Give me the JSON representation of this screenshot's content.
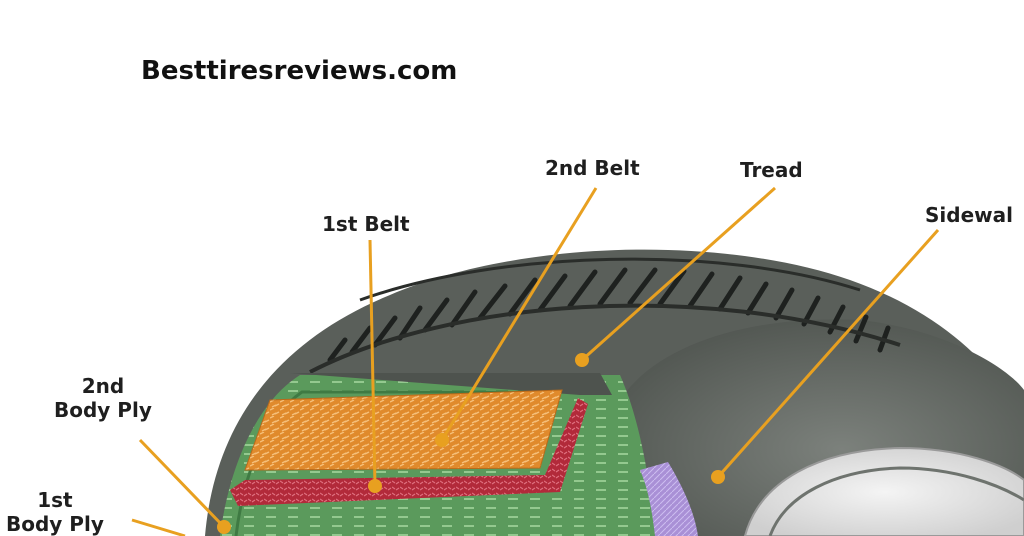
{
  "site_title": "Besttiresreviews.com",
  "labels": {
    "belt2": "2nd Belt",
    "tread": "Tread",
    "sidewall": "Sidewal",
    "belt1": "1st Belt",
    "ply2_line1": "2nd",
    "ply2_line2": "Body Ply",
    "ply1_line1": "1st",
    "ply1_line2": "Body Ply"
  },
  "colors": {
    "rubber": "#5a5f5a",
    "rubber_light": "#8a8f8a",
    "tread_groove": "#1e211f",
    "belt_orange": "#e08a2c",
    "belt_red": "#b22a3a",
    "ply_green": "#5b9a5c",
    "ply_green_dark": "#3f7a43",
    "ply_purple": "#a990d6",
    "leader": "#e8a020"
  }
}
